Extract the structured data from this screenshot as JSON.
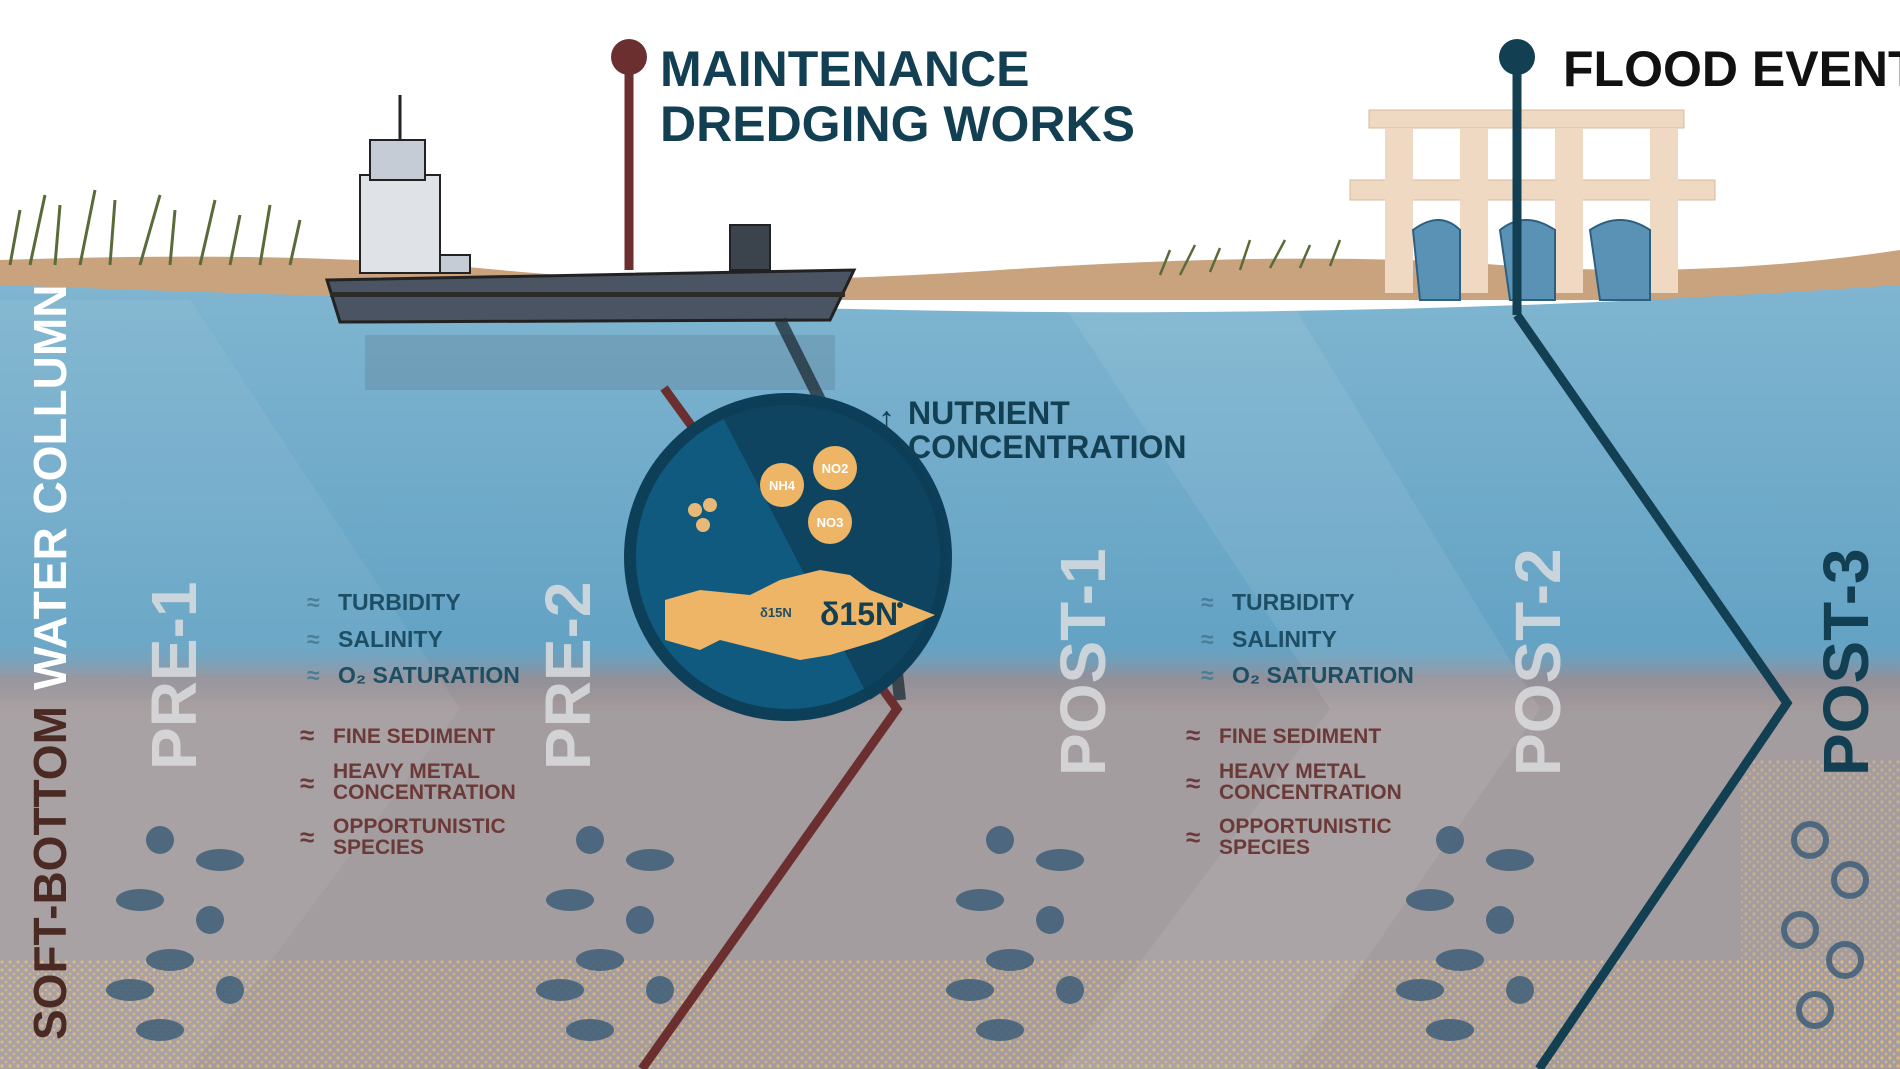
{
  "events": {
    "dredging": {
      "line1": "MAINTENANCE",
      "line2": "DREDGING WORKS",
      "color": "#6b2f2f"
    },
    "flood": {
      "label": "FLOOD EVENT",
      "color": "#123f52"
    }
  },
  "compartments": {
    "water_column": "WATER COLLUMN",
    "soft_bottom": "SOFT-BOTTOM"
  },
  "periods": [
    "PRE-1",
    "PRE-2",
    "POST-1",
    "POST-2",
    "POST-3"
  ],
  "nutrient": {
    "arrow": "↑",
    "line1": "NUTRIENT",
    "line2": "CONCENTRATION"
  },
  "molecules": [
    "NH4",
    "NO2",
    "NO3"
  ],
  "isotope": {
    "small": "δ15N",
    "large": "δ15N"
  },
  "water_effects": [
    {
      "symbol": "≈",
      "label": "TURBIDITY"
    },
    {
      "symbol": "≈",
      "label": "SALINITY"
    },
    {
      "symbol": "≈",
      "label": "O₂ SATURATION"
    }
  ],
  "bottom_effects": [
    {
      "symbol": "≈",
      "line1": "FINE SEDIMENT",
      "line2": ""
    },
    {
      "symbol": "≈",
      "line1": "HEAVY METAL",
      "line2": "CONCENTRATION"
    },
    {
      "symbol": "≈",
      "line1": "OPPORTUNISTIC",
      "line2": "SPECIES"
    }
  ],
  "colors": {
    "water": "#6aa7c7",
    "bottom": "#a09a9e",
    "navy": "#123f52",
    "brown": "#6b2f2f",
    "sand": "#e8b878",
    "text_blue": "#1e4e64",
    "text_brown": "#6b3a38"
  }
}
